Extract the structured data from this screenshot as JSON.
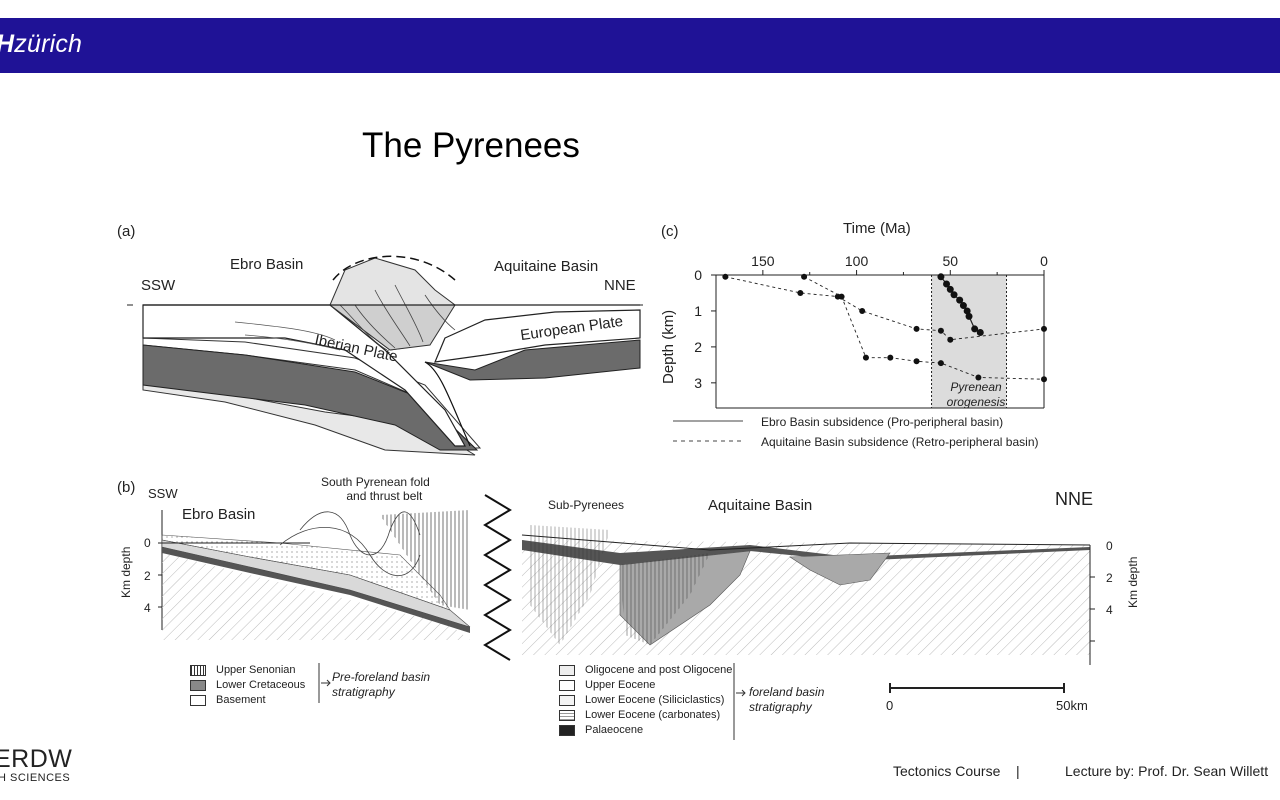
{
  "header": {
    "brand_prefix": "H",
    "brand_name": "zürich"
  },
  "slide": {
    "title": "The Pyrenees"
  },
  "panel_a": {
    "label": "(a)",
    "left_end": "SSW",
    "right_end": "NNE",
    "basin_left": "Ebro Basin",
    "basin_right": "Aquitaine Basin",
    "plate_left": "Iberian Plate",
    "plate_right": "European Plate"
  },
  "panel_c": {
    "label": "(c)",
    "x_title": "Time (Ma)",
    "x_ticks": [
      "150",
      "100",
      "50",
      "0"
    ],
    "y_title": "Depth (km)",
    "y_ticks": [
      "0",
      "1",
      "2",
      "3"
    ],
    "shade_label_1": "Pyrenean",
    "shade_label_2": "orogenesis",
    "legend_solid": "Ebro Basin subsidence (Pro-peripheral basin)",
    "legend_dashed": "Aquitaine Basin subsidence (Retro-peripheral basin)"
  },
  "panel_b": {
    "label": "(b)",
    "left_end": "SSW",
    "right_end": "NNE",
    "basin_left": "Ebro Basin",
    "fold_belt_1": "South Pyrenean fold",
    "fold_belt_2": "and thrust belt",
    "sub_pyrenees": "Sub-Pyrenees",
    "basin_right": "Aquitaine Basin",
    "depth_axis": "Km depth",
    "left_depth_ticks": [
      "0",
      "2",
      "4"
    ],
    "right_depth_ticks": [
      "0",
      "2",
      "4"
    ],
    "legend_left": [
      "Upper Senonian",
      "Lower Cretaceous",
      "Basement"
    ],
    "legend_left_group_1": "Pre-foreland basin",
    "legend_left_group_2": "stratigraphy",
    "legend_right": [
      "Oligocene and post Oligocene",
      "Upper Eocene",
      "Lower Eocene (Siliciclastics)",
      "Lower Eocene (carbonates)",
      "Palaeocene"
    ],
    "legend_right_group_1": "foreland basin",
    "legend_right_group_2": "stratigraphy",
    "scale_min": "0",
    "scale_max": "50km"
  },
  "footer": {
    "logo_text": "ERDW",
    "logo_sub": "H SCIENCES",
    "course": "Tectonics Course",
    "separator": "|",
    "lecturer": "Lecture by: Prof. Dr. Sean Willett"
  },
  "chart_data": {
    "type": "line",
    "xlabel": "Time (Ma)",
    "ylabel": "Depth (km)",
    "xlim": [
      175,
      0
    ],
    "ylim": [
      0,
      3.7
    ],
    "x_ticks": [
      150,
      100,
      50,
      0
    ],
    "y_ticks": [
      0,
      1,
      2,
      3
    ],
    "shaded_range": [
      60,
      20
    ],
    "shaded_label": "Pyrenean orogenesis",
    "series": [
      {
        "name": "Ebro Basin subsidence (Pro-peripheral basin)",
        "style": "solid",
        "x": [
          55,
          52,
          50,
          48,
          45,
          43,
          41,
          40,
          37,
          34
        ],
        "y": [
          0.05,
          0.25,
          0.4,
          0.55,
          0.7,
          0.85,
          1.0,
          1.15,
          1.5,
          1.6
        ]
      },
      {
        "name": "Aquitaine Basin subsidence (Retro-peripheral basin)",
        "style": "dashed",
        "x": [
          170,
          130,
          110,
          97,
          68,
          55,
          50,
          0
        ],
        "y": [
          0.05,
          0.5,
          0.6,
          1.0,
          1.5,
          1.55,
          1.8,
          1.5
        ]
      },
      {
        "name": "",
        "style": "dashed",
        "x": [
          128,
          108,
          95,
          82,
          68,
          55,
          35,
          0
        ],
        "y": [
          0.05,
          0.6,
          2.3,
          2.3,
          2.4,
          2.45,
          2.85,
          2.9
        ]
      }
    ]
  }
}
